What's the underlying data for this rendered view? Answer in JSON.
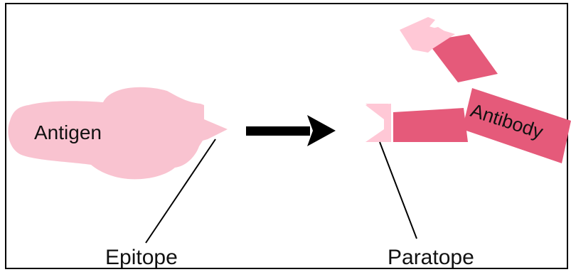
{
  "labels": {
    "antigen": "Antigen",
    "antibody": "Antibody",
    "epitope": "Epitope",
    "paratope": "Paratope"
  },
  "colors": {
    "antigen_fill": "#f9c3d0",
    "antibody_dark": "#e55a7a",
    "antibody_light": "#ffc8d6",
    "arrow": "#000000",
    "frame": "#000000"
  }
}
